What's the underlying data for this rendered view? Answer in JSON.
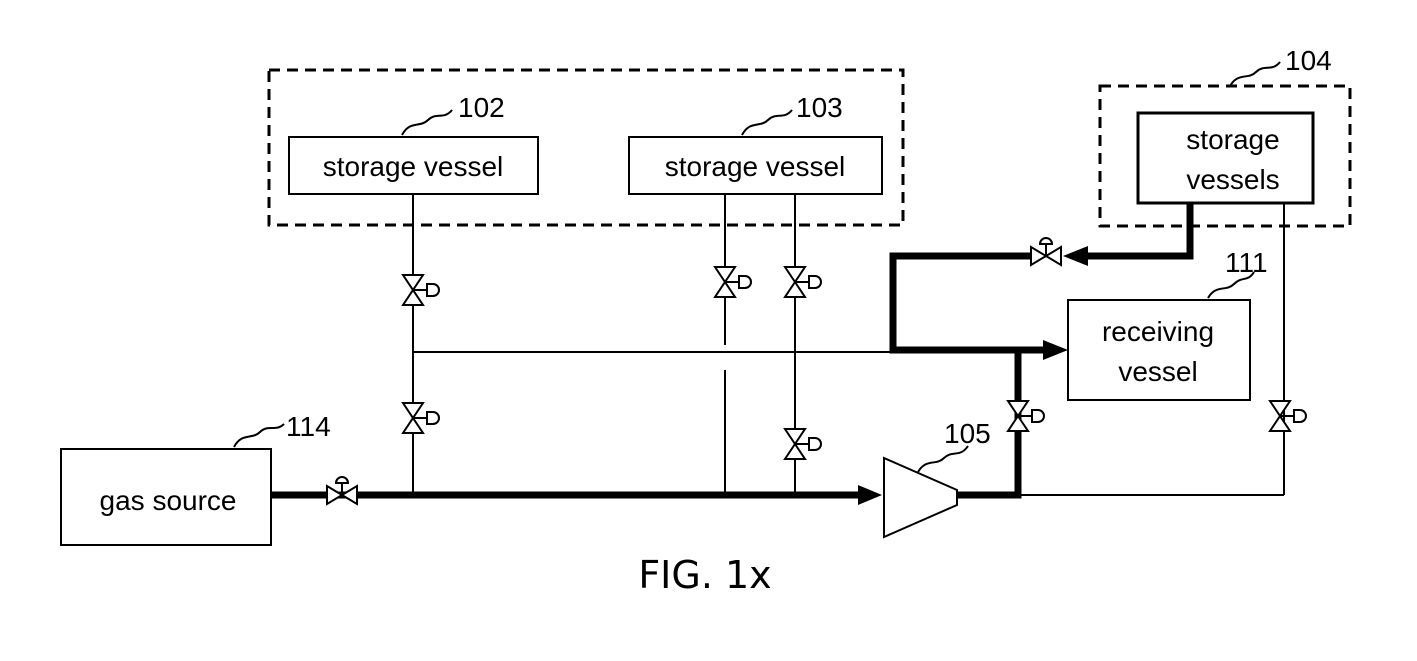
{
  "components": {
    "vessel_102": {
      "label": "storage vessel",
      "ref": "102"
    },
    "vessel_103": {
      "label": "storage vessel",
      "ref": "103"
    },
    "vessels_104": {
      "label_line1": "storage",
      "label_line2": "vessels",
      "ref": "104"
    },
    "receiving_111": {
      "label_line1": "receiving",
      "label_line2": "vessel",
      "ref": "111"
    },
    "gas_source_114": {
      "label": "gas source",
      "ref": "114"
    },
    "compressor_105": {
      "ref": "105"
    }
  },
  "caption": "FIG. 1x",
  "icons": [
    "solenoid-valve-icon",
    "control-valve-icon",
    "compressor-icon",
    "flow-arrow-icon"
  ],
  "colors": {
    "line": "#000000",
    "background": "#ffffff"
  }
}
